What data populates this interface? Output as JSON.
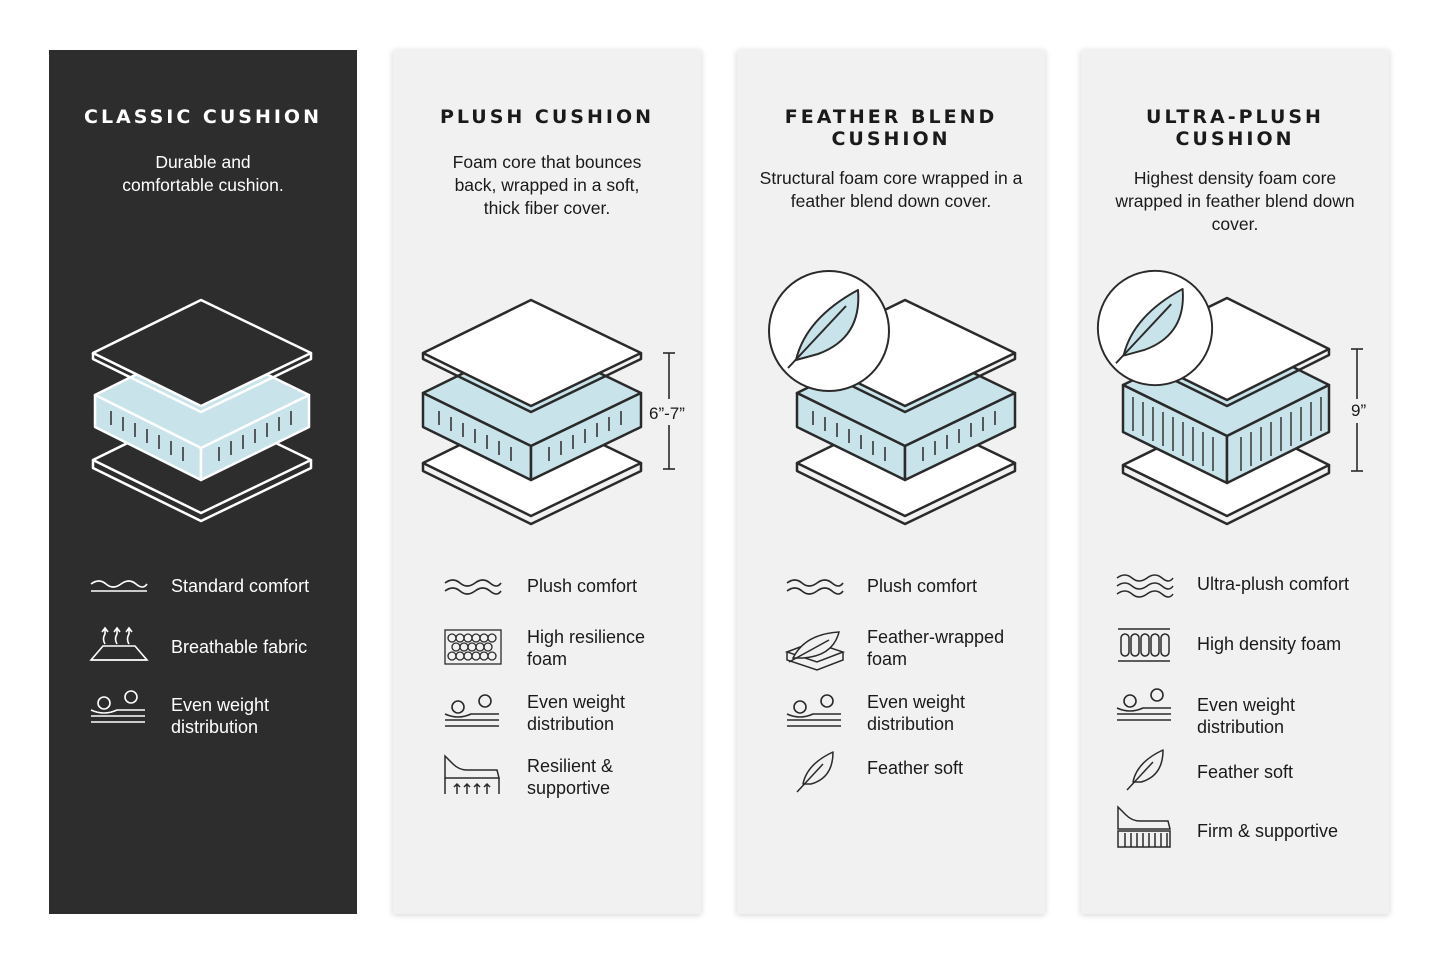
{
  "cards": [
    {
      "title": "CLASSIC CUSHION",
      "description": "Durable and comfortable cushion.",
      "features": [
        {
          "icon": "waves-icon",
          "label": "Standard comfort"
        },
        {
          "icon": "breathable-fabric-icon",
          "label": "Breathable fabric"
        },
        {
          "icon": "weight-distribution-icon",
          "label": "Even weight distribution"
        }
      ]
    },
    {
      "title": "PLUSH CUSHION",
      "description": "Foam core that bounces back, wrapped in a soft, thick fiber cover.",
      "size": "6”-7”",
      "features": [
        {
          "icon": "waves-icon",
          "label": "Plush comfort"
        },
        {
          "icon": "honeycomb-foam-icon",
          "label": "High resilience foam"
        },
        {
          "icon": "weight-distribution-icon",
          "label": "Even weight distribution"
        },
        {
          "icon": "resilient-support-icon",
          "label": "Resilient & supportive"
        }
      ]
    },
    {
      "title": "FEATHER BLEND CUSHION",
      "description": "Structural foam core wrapped in a feather blend down cover.",
      "features": [
        {
          "icon": "waves-icon",
          "label": "Plush comfort"
        },
        {
          "icon": "feather-wrapped-foam-icon",
          "label": "Feather-wrapped foam"
        },
        {
          "icon": "weight-distribution-icon",
          "label": "Even weight distribution"
        },
        {
          "icon": "feather-icon",
          "label": "Feather soft"
        }
      ]
    },
    {
      "title": "ULTRA-PLUSH CUSHION",
      "description": "Highest density foam core wrapped in feather blend down cover.",
      "size": "9”",
      "features": [
        {
          "icon": "triple-waves-icon",
          "label": "Ultra-plush comfort"
        },
        {
          "icon": "density-foam-icon",
          "label": "High density foam"
        },
        {
          "icon": "weight-distribution-icon",
          "label": "Even weight distribution"
        },
        {
          "icon": "feather-icon",
          "label": "Feather soft"
        },
        {
          "icon": "firm-support-icon",
          "label": "Firm & supportive"
        }
      ]
    }
  ],
  "colors": {
    "dark_card": "#2e2d2d",
    "light_card": "#f1f1f1",
    "foam": "#c8e4ea",
    "line": "#2a2a2a"
  }
}
